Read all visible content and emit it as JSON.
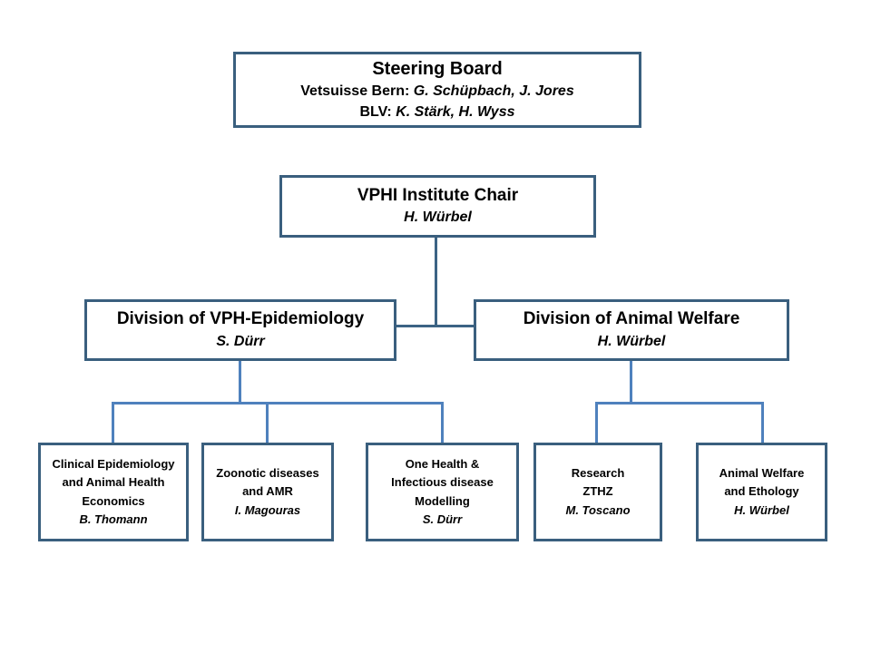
{
  "colors": {
    "box_border": "#3a5f7e",
    "connector": "#4f81bd",
    "connector_dark": "#3c6384",
    "background": "#ffffff",
    "text": "#000000"
  },
  "org_chart": {
    "steering": {
      "title": "Steering Board",
      "lines": [
        {
          "label": "Vetsuisse Bern:",
          "names": "G. Schüpbach, J. Jores"
        },
        {
          "label": "BLV:",
          "names": "K. Stärk, H. Wyss"
        }
      ]
    },
    "chair": {
      "title": "VPHI Institute Chair",
      "name": "H. Würbel"
    },
    "divisions": [
      {
        "title": "Division of VPH-Epidemiology",
        "name": "S. Dürr"
      },
      {
        "title": "Division of Animal Welfare",
        "name": "H. Würbel"
      }
    ],
    "units": [
      {
        "lines": [
          "Clinical Epidemiology",
          "and Animal Health",
          "Economics"
        ],
        "name": "B. Thomann"
      },
      {
        "lines": [
          "Zoonotic diseases",
          "and AMR"
        ],
        "name": "I. Magouras"
      },
      {
        "lines": [
          "One Health &",
          "Infectious disease",
          "Modelling"
        ],
        "name": "S. Dürr"
      },
      {
        "lines": [
          "Research",
          "ZTHZ"
        ],
        "name": "M. Toscano"
      },
      {
        "lines": [
          "Animal Welfare",
          "and Ethology"
        ],
        "name": "H. Würbel"
      }
    ]
  }
}
